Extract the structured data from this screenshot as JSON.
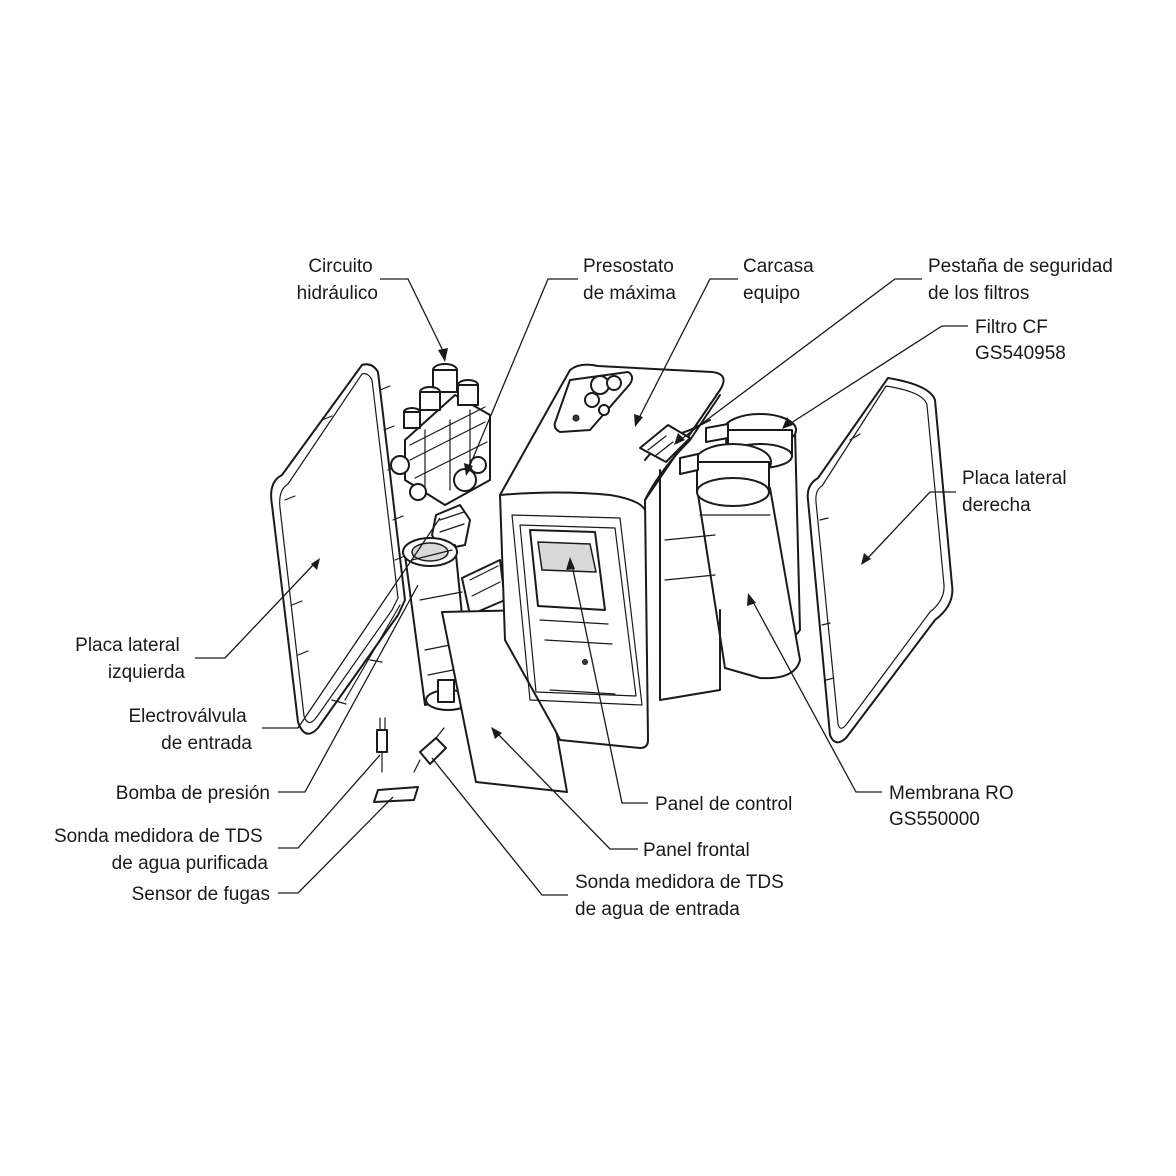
{
  "labels": {
    "circuito": [
      "Circuito",
      "hidráulico"
    ],
    "presostato": [
      "Presostato",
      "de máxima"
    ],
    "carcasa": [
      "Carcasa",
      "equipo"
    ],
    "pestana": [
      "Pestaña de seguridad",
      "de los filtros"
    ],
    "filtro_cf": [
      "Filtro CF",
      "GS540958"
    ],
    "placa_derecha": [
      "Placa lateral",
      "derecha"
    ],
    "placa_izquierda": [
      "Placa lateral",
      "izquierda"
    ],
    "electrovalvula": [
      "Electroválvula",
      "de entrada"
    ],
    "bomba": [
      "Bomba de presión"
    ],
    "sonda_purificada": [
      "Sonda medidora de TDS",
      "de agua purificada"
    ],
    "sensor_fugas": [
      "Sensor de fugas"
    ],
    "panel_control": [
      "Panel de control"
    ],
    "membrana": [
      "Membrana RO",
      "GS550000"
    ],
    "panel_frontal": [
      "Panel frontal"
    ],
    "sonda_entrada": [
      "Sonda medidora de TDS",
      "de agua de entrada"
    ]
  }
}
